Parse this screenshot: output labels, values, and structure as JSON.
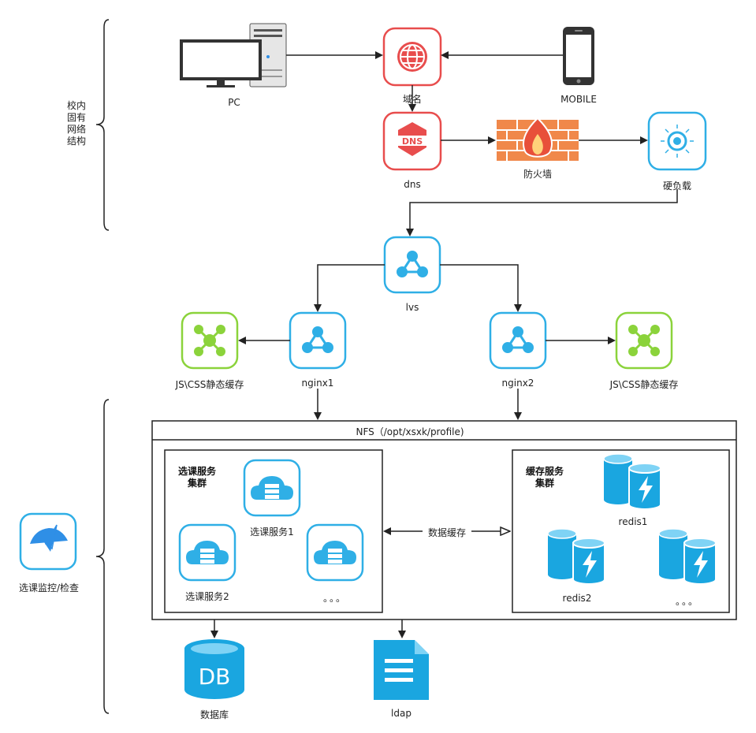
{
  "side_labels": {
    "campus_network": "校内\n固有\n网络\n结构",
    "monitor": "选课监控/检查"
  },
  "nodes": {
    "pc": "PC",
    "domain": "域名",
    "mobile": "MOBILE",
    "dns": "dns",
    "firewall": "防火墙",
    "hw_lb": "硬负载",
    "lvs": "lvs",
    "nginx1": "nginx1",
    "nginx2": "nginx2",
    "static_cache_left": "JS\\CSS静态缓存",
    "static_cache_right": "JS\\CSS静态缓存",
    "database": "数据库",
    "ldap": "ldap",
    "db_glyph": "DB"
  },
  "nfs": {
    "title": "NFS（/opt/xsxk/profile)"
  },
  "course_cluster": {
    "title": "选课服务\n集群",
    "service1": "选课服务1",
    "service2": "选课服务2",
    "more": "。。。"
  },
  "cache_cluster": {
    "title": "缓存服务\n集群",
    "redis1": "redis1",
    "redis2": "redis2",
    "more": "。。。"
  },
  "data_cache_link": "数据缓存",
  "colors": {
    "red": "#E84D4D",
    "blue": "#2FAFE6",
    "green": "#8BD33B",
    "brick": "#F0884A",
    "line": "#222222"
  }
}
